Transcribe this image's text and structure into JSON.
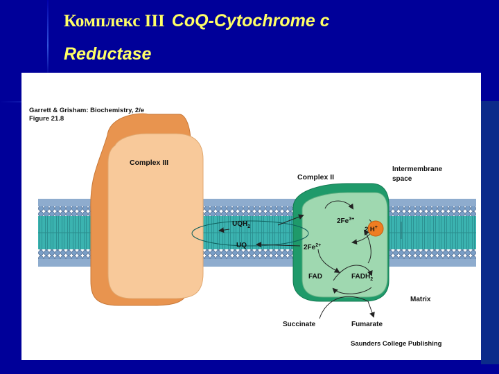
{
  "slide": {
    "title_ru": "Комплекс III",
    "title_en_part1": "CoQ-Cytochrome c",
    "title_en_part2": "Reductase"
  },
  "figure": {
    "credit_line1": "Garrett & Grisham: Biochemistry, 2/e",
    "credit_line2": "Figure 21.8",
    "complex_iii": "Complex III",
    "complex_ii": "Complex II",
    "intermembrane_line1": "Intermembrane",
    "intermembrane_line2": "space",
    "matrix": "Matrix",
    "uqh2": "UQH",
    "uqh2_sub": "2",
    "uq": "UQ",
    "fe3": "2Fe",
    "fe3_sup": "3+",
    "fe2": "2Fe",
    "fe2_sup": "2+",
    "fad": "FAD",
    "fadh2": "FADH",
    "fadh2_sub": "2",
    "h_plus": "2 H",
    "h_plus_sup": "+",
    "succinate": "Succinate",
    "fumarate": "Fumarate",
    "publisher": "Saunders College Publishing",
    "colors": {
      "complex_iii_front": "#f8c99a",
      "complex_iii_back": "#e8944f",
      "complex_ii_front": "#9fd8b0",
      "complex_ii_back": "#1f9a6a",
      "membrane_head": "#7a9ec6",
      "membrane_core": "#3bb3b0",
      "proton": "#ef7d22"
    }
  }
}
